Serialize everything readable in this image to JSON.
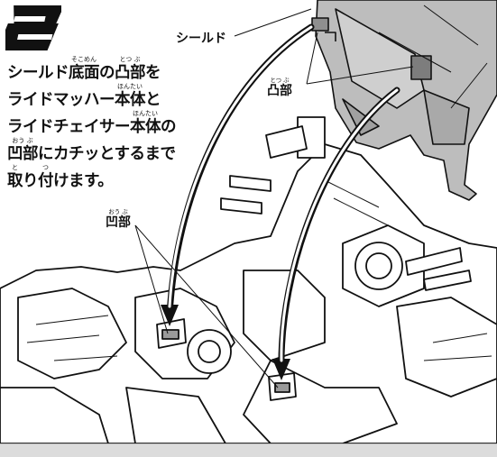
{
  "step_number": "2",
  "instructions": {
    "line1": {
      "a": "シールド",
      "b_base": "底面",
      "b_ruby": "そこめん",
      "c": "の",
      "d_base": "凸部",
      "d_ruby": "とつ ぶ",
      "e": "を"
    },
    "line2": {
      "a": "ライドマッハー",
      "b_base": "本体",
      "b_ruby": "ほんたい",
      "c": "と"
    },
    "line3": {
      "a": "ライドチェイサー",
      "b_base": "本体",
      "b_ruby": "ほんたい",
      "c": "の"
    },
    "line4": {
      "a_base": "凹部",
      "a_ruby": "おう ぶ",
      "b": "にカチッとするまで"
    },
    "line5": {
      "a_base": "取",
      "a_ruby": "と",
      "b": "り",
      "c_base": "付",
      "c_ruby": "つ",
      "d": "けます。"
    }
  },
  "labels": {
    "shield": "シールド",
    "convex": {
      "base": "凸部",
      "ruby": "とつ ぶ"
    },
    "concave": {
      "base": "凹部",
      "ruby": "おう ぶ"
    }
  },
  "colors": {
    "ink": "#111111",
    "shield_fill": "#bdbdbd",
    "body_fill": "#ffffff",
    "bar": "#dcdcdc"
  }
}
